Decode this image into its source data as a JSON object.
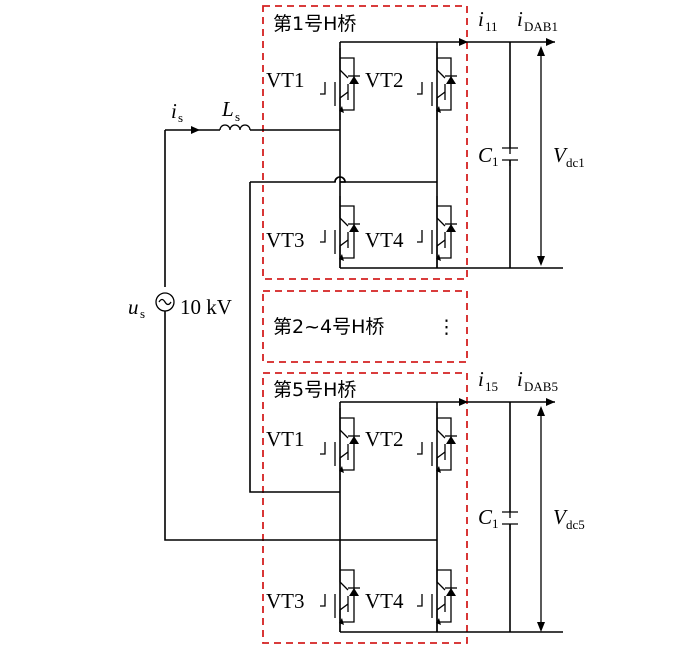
{
  "bridges": {
    "bridge1_title": "第1号H桥",
    "bridge_middle_title": "第2~4号H桥",
    "bridge_middle_ellipsis": "⋮",
    "bridge5_title": "第5号H桥"
  },
  "switches": {
    "vt1": "VT1",
    "vt2": "VT2",
    "vt3": "VT3",
    "vt4": "VT4"
  },
  "source": {
    "current_symbol": "i",
    "current_sub": "s",
    "inductor_symbol": "L",
    "inductor_sub": "s",
    "voltage_symbol": "u",
    "voltage_sub": "s",
    "rating": "10 kV"
  },
  "output1": {
    "current_symbol": "i",
    "current_sub": "11",
    "dab_symbol": "i",
    "dab_sub": "DAB1",
    "cap_symbol": "C",
    "cap_sub": "1",
    "voltage_symbol": "V",
    "voltage_sub": "dc1"
  },
  "output5": {
    "current_symbol": "i",
    "current_sub": "15",
    "dab_symbol": "i",
    "dab_sub": "DAB5",
    "cap_symbol": "C",
    "cap_sub": "1",
    "voltage_symbol": "V",
    "voltage_sub": "dc5"
  },
  "colors": {
    "wire": "#000000",
    "bridge_border": "#d42020"
  }
}
